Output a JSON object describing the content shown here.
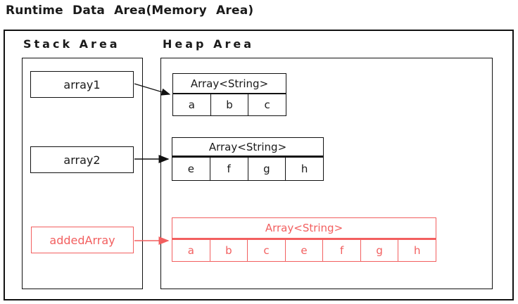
{
  "title": "Runtime Data Area(Memory Area)",
  "stack_area": {
    "label": "Stack Area",
    "variables": [
      {
        "name": "array1"
      },
      {
        "name": "array2"
      },
      {
        "name": "addedArray"
      }
    ]
  },
  "heap_area": {
    "label": "Heap Area",
    "objects": [
      {
        "type": "Array<String>",
        "elements": [
          "a",
          "b",
          "c"
        ]
      },
      {
        "type": "Array<String>",
        "elements": [
          "e",
          "f",
          "g",
          "h"
        ]
      },
      {
        "type": "Array<String>",
        "elements": [
          "a",
          "b",
          "c",
          "e",
          "f",
          "g",
          "h"
        ]
      }
    ]
  },
  "colors": {
    "default_ink": "#111111",
    "highlight_red": "#f25f5f"
  }
}
